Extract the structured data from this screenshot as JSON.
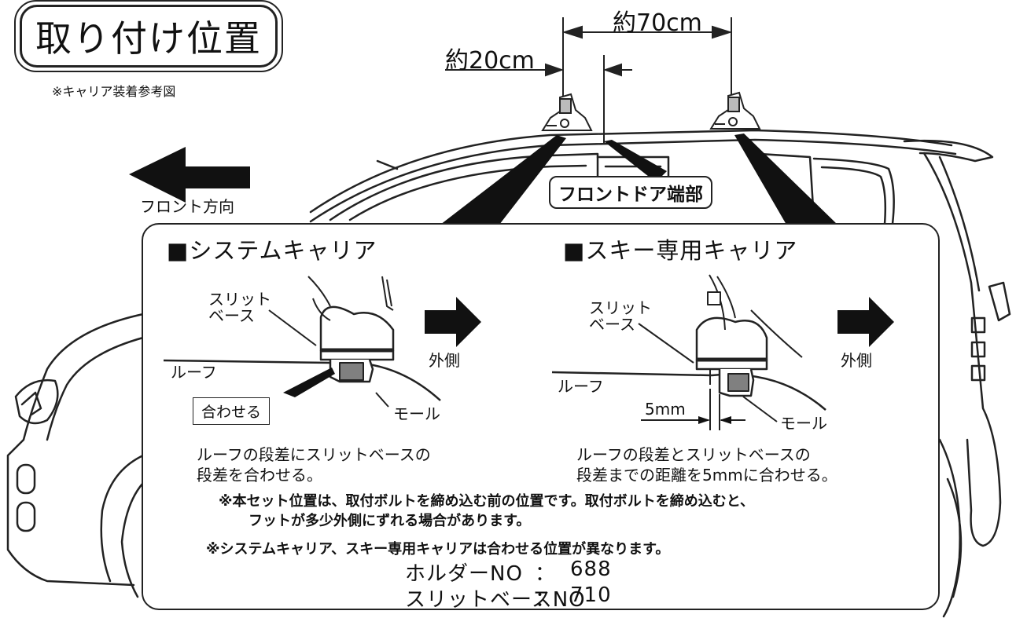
{
  "title": "取り付け位置",
  "ref_note": "※キャリア装着参考図",
  "dimensions": {
    "between_feet": "約70cm",
    "from_door_edge": "約20cm"
  },
  "front_direction": "フロント方向",
  "callout_front_door_edge": "フロントドア端部",
  "system_carrier": {
    "heading": "■システムキャリア",
    "slit_base_label_line1": "スリット",
    "slit_base_label_line2": "ベース",
    "roof_label": "ルーフ",
    "molding_label": "モール",
    "outside_label": "外側",
    "align_box": "合わせる",
    "desc_line1": "ルーフの段差にスリットベースの",
    "desc_line2": "段差を合わせる。"
  },
  "ski_carrier": {
    "heading": "■スキー専用キャリア",
    "slit_base_label_line1": "スリット",
    "slit_base_label_line2": "ベース",
    "roof_label": "ルーフ",
    "molding_label": "モール",
    "outside_label": "外側",
    "gap_label": "5mm",
    "desc_line1": "ルーフの段差とスリットベースの",
    "desc_line2": "段差までの距離を5mmに合わせる。"
  },
  "notes": {
    "note1_line1": "※本セット位置は、取付ボルトを締め込む前の位置です。取付ボルトを締め込むと、",
    "note1_line2": "フットが多少外側にずれる場合があります。",
    "note2": "※システムキャリア、スキー専用キャリアは合わせる位置が異なります。"
  },
  "holder": {
    "label": "ホルダーNO",
    "colon": "：",
    "value": "688"
  },
  "slit_base_no": {
    "label": "スリットベースNO",
    "colon": "：",
    "value": "710"
  },
  "icons": [
    "front-direction-arrow-icon",
    "outside-arrow-icon"
  ],
  "colors": {
    "line": "#222222",
    "fill_gray": "#808080",
    "background": "#ffffff"
  }
}
